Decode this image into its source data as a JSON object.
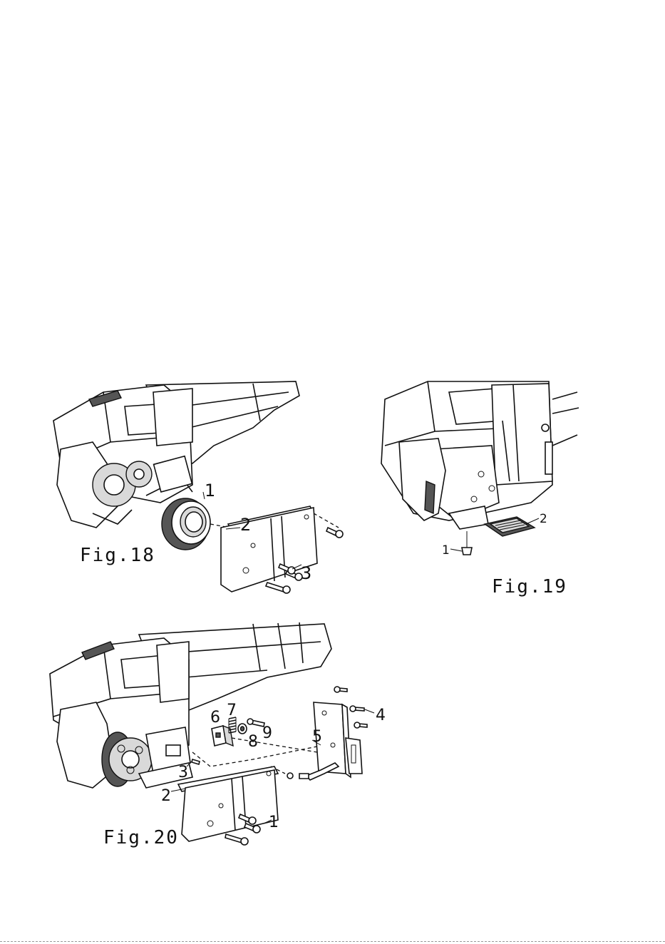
{
  "figures": [
    {
      "caption": "Fig.18",
      "callouts": [
        "1",
        "2",
        "3"
      ]
    },
    {
      "caption": "Fig.19",
      "callouts": [
        "1",
        "2"
      ]
    },
    {
      "caption": "Fig.20",
      "callouts": [
        "1",
        "2",
        "3",
        "4",
        "5",
        "6",
        "7",
        "8",
        "9"
      ]
    }
  ]
}
